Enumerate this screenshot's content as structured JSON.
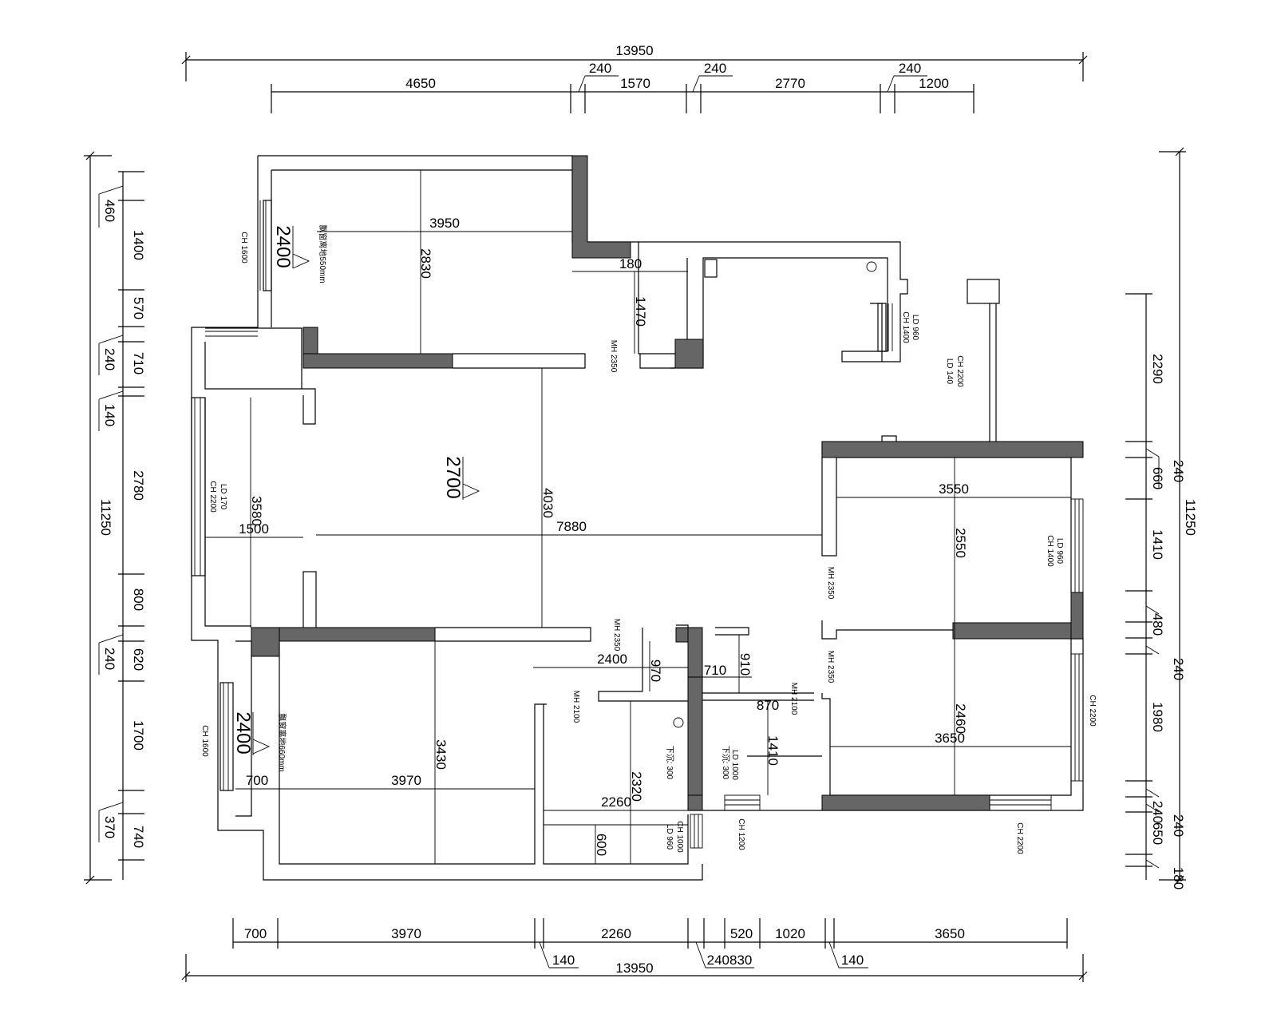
{
  "dims": {
    "top_total": "13950",
    "top_240_a": "240",
    "top_240_b": "240",
    "top_240_c": "240",
    "top_4650": "4650",
    "top_1570": "1570",
    "top_2770": "2770",
    "top_1200": "1200",
    "bottom_700": "700",
    "bottom_3970": "3970",
    "bottom_2260": "2260",
    "bottom_520": "520",
    "bottom_1020": "1020",
    "bottom_3650": "3650",
    "bottom_140_a": "140",
    "bottom_240_830": "240830",
    "bottom_140_b": "140",
    "bottom_total": "13950",
    "left_total": "11250",
    "left_460": "460",
    "left_1400": "1400",
    "left_570": "570",
    "left_240_a": "240",
    "left_710": "710",
    "left_140": "140",
    "left_2780": "2780",
    "left_800": "800",
    "left_240_b": "240",
    "left_620": "620",
    "left_1700": "1700",
    "left_370": "370",
    "left_740": "740",
    "right_total": "11250",
    "right_2290": "2290",
    "right_240_a": "240",
    "right_660": "660",
    "right_1410": "1410",
    "right_480": "480",
    "right_240_b": "240",
    "right_1980": "1980",
    "right_240_c": "240",
    "right_240_d": "240",
    "right_650": "650",
    "right_180": "180"
  },
  "interior": {
    "d3950": "3950",
    "d2830": "2830",
    "d180": "180",
    "d1470": "1470",
    "d3580": "3580",
    "d1500": "1500",
    "d7880": "7880",
    "d4030": "4030",
    "d3550": "3550",
    "d2550": "2550",
    "d2400": "2400",
    "d970": "970",
    "d710": "710",
    "d910": "910",
    "d870": "870",
    "d1410": "1410",
    "d2460": "2460",
    "d3650": "3650",
    "d3430": "3430",
    "d700": "700",
    "d3970": "3970",
    "d2320": "2320",
    "d2260": "2260",
    "d600": "600"
  },
  "levels": {
    "room1": "2400",
    "living": "2700",
    "room2": "2400"
  },
  "notes": {
    "ch1600_a": "CH 1600",
    "ch1600_b": "CH 1600",
    "beam1": "飘窗离地550mm",
    "beam2": "飘窗离地660mm",
    "mh2350_a": "MH 2350",
    "mh2350_b": "MH 2350",
    "mh2350_c": "MH 2350",
    "mh2350_d": "MH 2350",
    "mh2100_a": "MH 2100",
    "mh2100_b": "MH 2100",
    "ld960_ch1400_a": "LD 960",
    "ch1400_a": "CH 1400",
    "ch2200_a": "CH 2200",
    "ld140": "LD 140",
    "ld170": "LD 170",
    "ch2200_b": "CH 2200",
    "ld960_b": "LD 960",
    "ch1400_b": "CH 1400",
    "ch2200_c": "CH 2200",
    "xiachen_a": "下沉: 300",
    "xiachen_b": "下沉: 300",
    "ld1000": "LD 1000",
    "ch1000": "CH 1000",
    "ld960_c": "LD 960",
    "ch1200": "CH 1200",
    "ch2200_d": "CH 2200"
  }
}
